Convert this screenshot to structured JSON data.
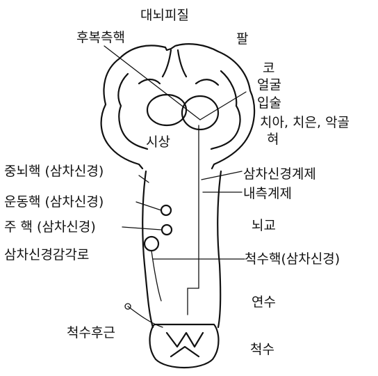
{
  "labels": {
    "cerebral_cortex": "대뇌피질",
    "vpm_nucleus": "후복측핵",
    "arm": "팔",
    "nose": "코",
    "face": "얼굴",
    "lips": "입술",
    "teeth": "치아, 치은, 악골",
    "tongue": "혀",
    "thalamus": "시상",
    "mesencephalic_nucleus": "중뇌핵 (삼차신경)",
    "motor_nucleus": "운동핵 (삼차신경)",
    "main_nucleus": "주 핵 (삼차신경)",
    "spinal_tract": "삼차신경감각로",
    "trigeminal_lemniscus": "삼차신경계제",
    "medial_lemniscus": "내측계제",
    "pons": "뇌교",
    "spinal_nucleus": "척수핵(삼차신경)",
    "medulla": "연수",
    "dorsal_root": "척수후근",
    "spinal_cord": "척수"
  }
}
